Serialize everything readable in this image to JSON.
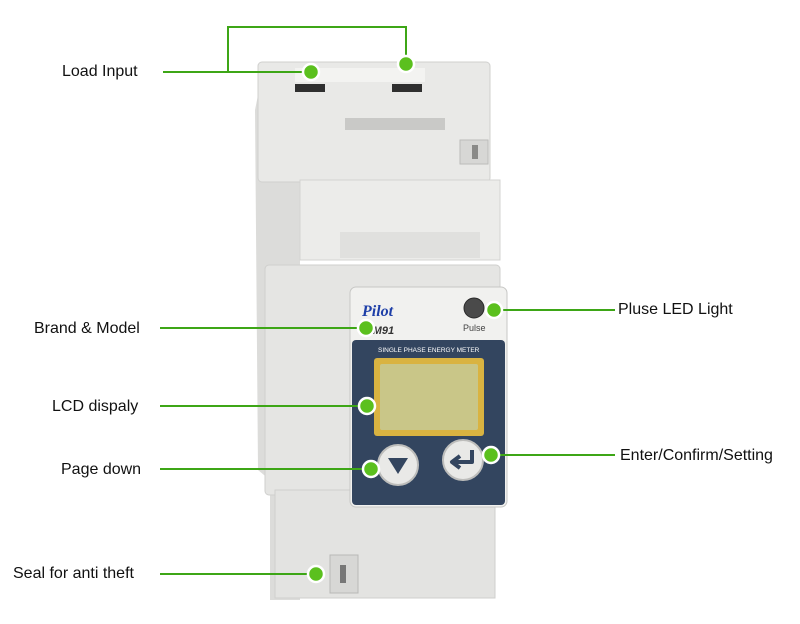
{
  "callouts": {
    "load_input": "Load Input",
    "brand_model": "Brand & Model",
    "lcd_display": "LCD dispaly",
    "page_down": "Page down",
    "seal": "Seal for anti theft",
    "pulse_led": "Pluse LED Light",
    "enter": "Enter/Confirm/Setting"
  },
  "device": {
    "brand": "Pilot",
    "model": "SPM91",
    "pulse_label": "Pulse",
    "panel_title": "SINGLE PHASE ENERGY METER"
  },
  "colors": {
    "marker": "#5bc01e",
    "leader_line": "#3da616",
    "housing": "#e7e7e5",
    "panel": "#33455f",
    "lcd_frame": "#d9b341"
  }
}
